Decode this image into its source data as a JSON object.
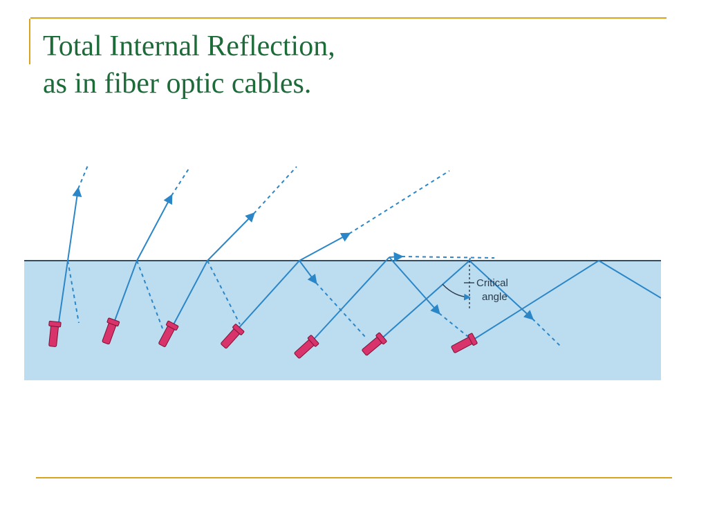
{
  "slide": {
    "title_line1": "Total Internal Reflection,",
    "title_line2": "as in fiber optic cables."
  },
  "diagram": {
    "label_line1": "Critical",
    "label_line2": "angle",
    "colors": {
      "water": "#bcdcf0",
      "ray": "#2b86c7",
      "surface": "#3b4a56",
      "flashlight": "#d8336b",
      "title": "#1c6b38",
      "accent": "#d9a21f"
    }
  }
}
